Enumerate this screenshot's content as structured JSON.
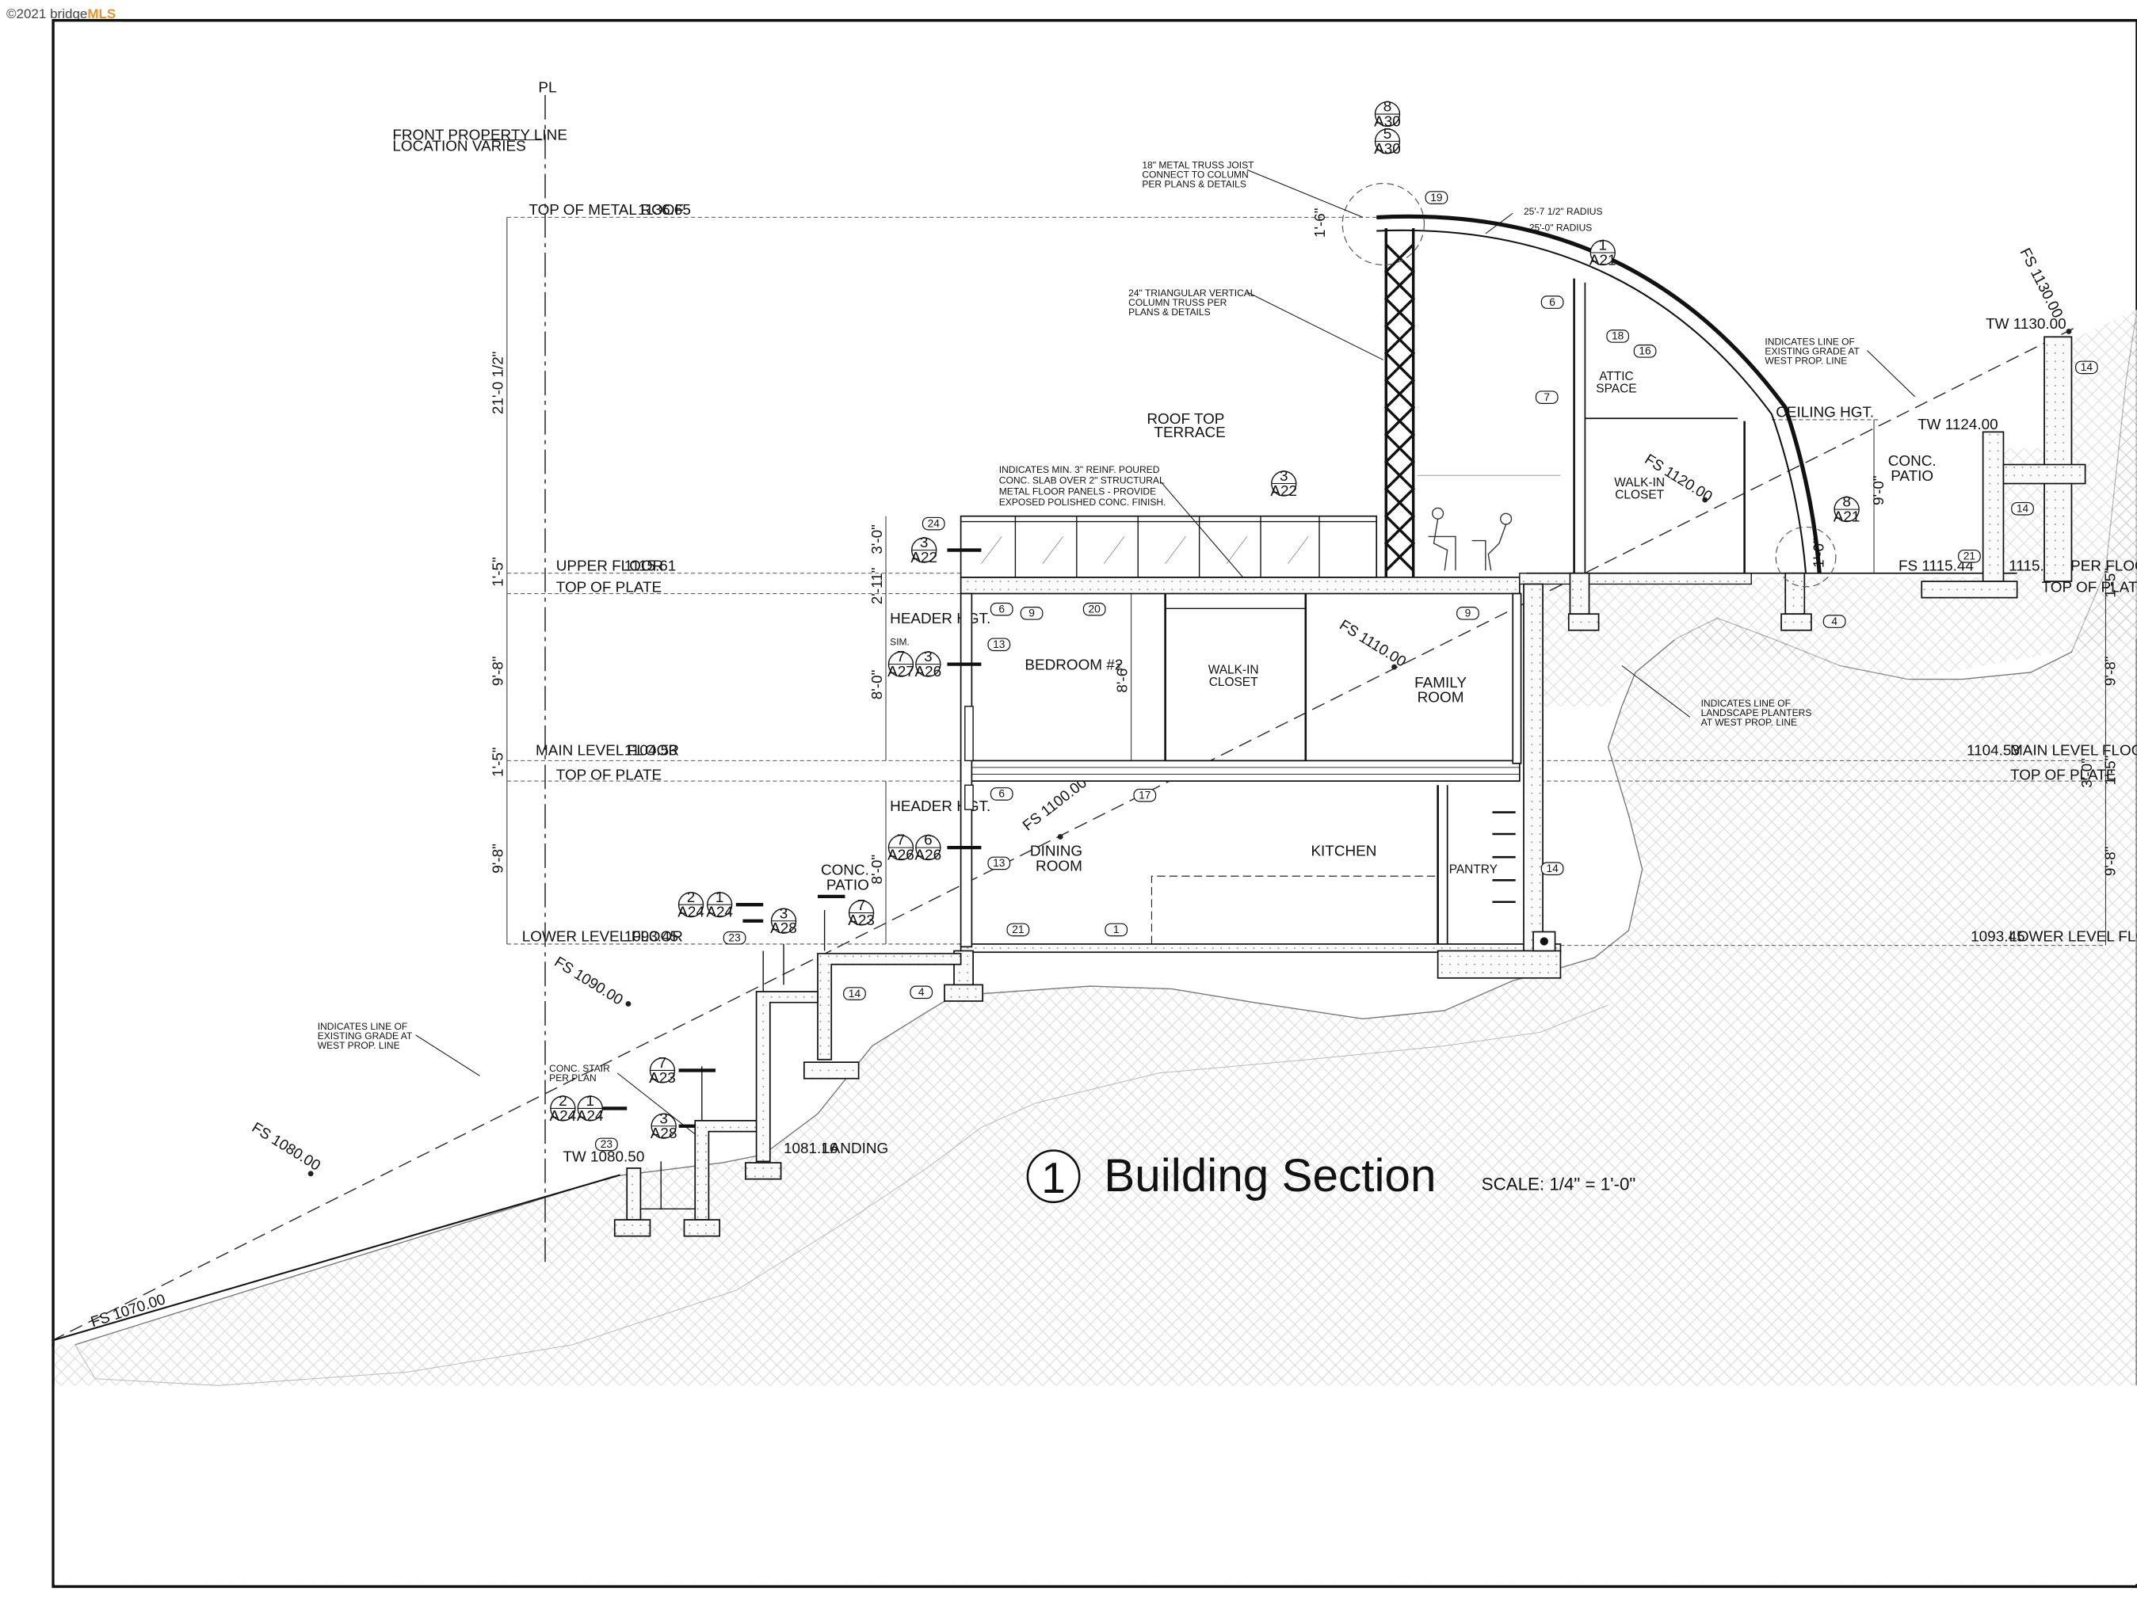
{
  "watermark": {
    "copyright": "©2021",
    "brand_a": "bridge",
    "brand_b": "MLS"
  },
  "title": {
    "number": "1",
    "text": "Building Section",
    "scale": "SCALE: 1/4\" = 1'-0\""
  },
  "property_line_symbol": "PL",
  "levels": {
    "top_metal_roof": "TOP OF METAL ROOF",
    "top_metal_roof_elev": "1136.65",
    "upper_floor": "UPPER FLOOR",
    "upper_floor_elev": "1115.61",
    "top_plate": "TOP OF PLATE",
    "header_hgt": "HEADER HGT.",
    "main_floor": "MAIN LEVEL FLOOR",
    "main_floor_elev": "1104.53",
    "lower_floor": "LOWER LEVEL FLOOR",
    "lower_floor_elev": "1093.45",
    "ceiling_hgt": "CEILING HGT.",
    "tw_1130": "TW 1130.00",
    "tw_1124": "TW 1124.00",
    "fs_1115": "FS 1115.44",
    "landing_elev": "1081.16",
    "landing": "LANDING",
    "tw_1080": "TW 1080.50"
  },
  "rooms": {
    "roof_terrace_1": "ROOF TOP",
    "roof_terrace_2": "TERRACE",
    "attic_1": "ATTIC",
    "attic_2": "SPACE",
    "walkin_up_1": "WALK-IN",
    "walkin_up_2": "CLOSET",
    "patio_up_1": "CONC.",
    "patio_up_2": "PATIO",
    "bedroom": "BEDROOM #2",
    "walkin_1": "WALK-IN",
    "walkin_2": "CLOSET",
    "family_1": "FAMILY",
    "family_2": "ROOM",
    "dining_1": "DINING",
    "dining_2": "ROOM",
    "kitchen": "KITCHEN",
    "pantry": "PANTRY",
    "patio_low_1": "CONC.",
    "patio_low_2": "PATIO"
  },
  "notes": {
    "front_pl": [
      "FRONT PROPERTY LINE",
      "LOCATION VARIES"
    ],
    "truss_joist": [
      "18\" METAL TRUSS JOIST",
      "CONNECT TO COLUMN",
      "PER PLANS & DETAILS"
    ],
    "column_truss": [
      "24\" TRIANGULAR VERTICAL",
      "COLUMN TRUSS PER",
      "PLANS & DETAILS"
    ],
    "slab": [
      "INDICATES MIN. 3\" REINF. POURED",
      "CONC. SLAB OVER 2\" STRUCTURAL",
      "METAL FLOOR PANELS - PROVIDE",
      "EXPOSED POLISHED CONC. FINISH."
    ],
    "grade_right": [
      "INDICATES LINE OF",
      "EXISTING GRADE AT",
      "WEST PROP. LINE"
    ],
    "grade_left": [
      "INDICATES LINE OF",
      "EXISTING GRADE AT",
      "WEST PROP. LINE"
    ],
    "planters": [
      "INDICATES LINE OF",
      "LANDSCAPE PLANTERS",
      "AT WEST PROP. LINE"
    ],
    "stair": [
      "CONC. STAIR",
      "PER PLAN"
    ],
    "sim": "SIM.",
    "radius_1": "25'-7 1/2\" RADIUS",
    "radius_2": "25'-0\" RADIUS"
  },
  "grades": {
    "fs1130": "FS 1130.00",
    "fs1120": "FS 1120.00",
    "fs1110": "FS 1110.00",
    "fs1100": "FS 1100.00",
    "fs1090": "FS 1090.00",
    "fs1080": "FS 1080.00",
    "fs1070": "FS 1070.00"
  },
  "dims": {
    "d1": "21'-0 1/2\"",
    "d2": "1'-5\"",
    "d3": "9'-8\"",
    "d4": "1'-5\"",
    "d5": "9'-8\"",
    "d6": "3'-0\"",
    "d7": "2'-11\"",
    "d8": "8'-0\"",
    "d9": "8'-0\"",
    "d10": "8'-6\"",
    "d11": "9'-0\"",
    "d12": "1'-5\"",
    "d13": "9'-8\"",
    "d14": "1'-5\"",
    "d15": "9'-8\"",
    "d16": "3'-0\"",
    "d17": "1'-0\"",
    "d18": "1'-6\""
  },
  "detail_bubbles": {
    "b_8_30": [
      "8",
      "A30"
    ],
    "b_5_30": [
      "5",
      "A30"
    ],
    "b_1_21": [
      "1",
      "A21"
    ],
    "b_8_21": [
      "8",
      "A21"
    ],
    "b_3_22a": [
      "3",
      "A22"
    ],
    "b_3_22b": [
      "3",
      "A22"
    ],
    "b_7_27": [
      "7",
      "A27"
    ],
    "b_3_26": [
      "3",
      "A26"
    ],
    "b_7_26": [
      "7",
      "A26"
    ],
    "b_6_26": [
      "6",
      "A26"
    ],
    "b_2_24a": [
      "2",
      "A24"
    ],
    "b_1_24a": [
      "1",
      "A24"
    ],
    "b_3_28a": [
      "3",
      "A28"
    ],
    "b_7_23a": [
      "7",
      "A23"
    ],
    "b_7_23b": [
      "7",
      "A23"
    ],
    "b_2_24b": [
      "2",
      "A24"
    ],
    "b_1_24b": [
      "1",
      "A24"
    ],
    "b_3_28b": [
      "3",
      "A28"
    ]
  },
  "keynotes": {
    "k19": "19",
    "k6a": "6",
    "k7": "7",
    "k18": "18",
    "k16": "16",
    "k24": "24",
    "k6b": "6",
    "k9a": "9",
    "k20": "20",
    "k9b": "9",
    "k13a": "13",
    "k6c": "6",
    "k17": "17",
    "k13b": "13",
    "k21a": "21",
    "k1": "1",
    "k4a": "4",
    "k14a": "14",
    "k23a": "23",
    "k23b": "23",
    "k14b": "14",
    "k14c": "14",
    "k14d": "14",
    "k21b": "21",
    "k4b": "4"
  }
}
